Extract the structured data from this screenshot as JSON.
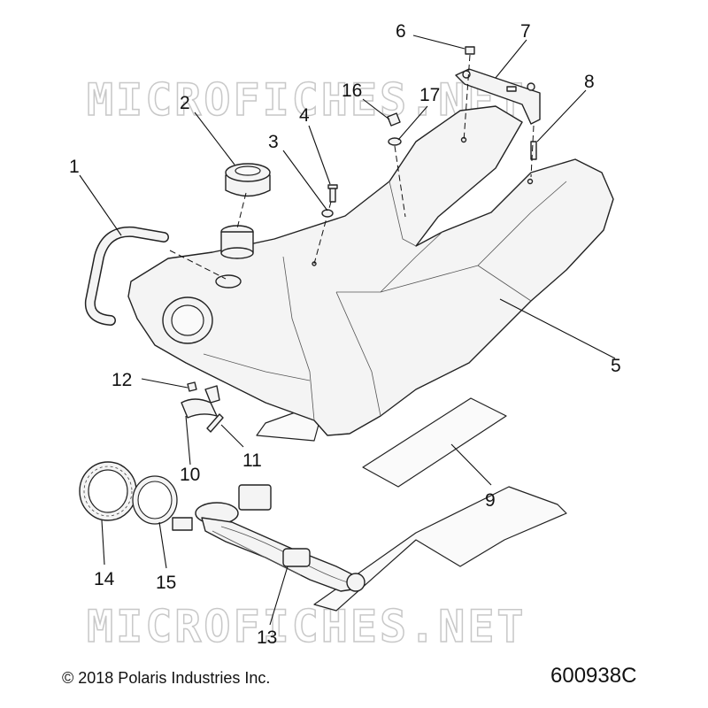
{
  "watermark": "MICROFICHES.NET",
  "callouts": [
    "1",
    "2",
    "3",
    "4",
    "5",
    "6",
    "7",
    "8",
    "9",
    "10",
    "11",
    "12",
    "13",
    "14",
    "15",
    "16",
    "17"
  ],
  "copyright": "© 2018 Polaris Industries Inc.",
  "document_number": "600938C"
}
